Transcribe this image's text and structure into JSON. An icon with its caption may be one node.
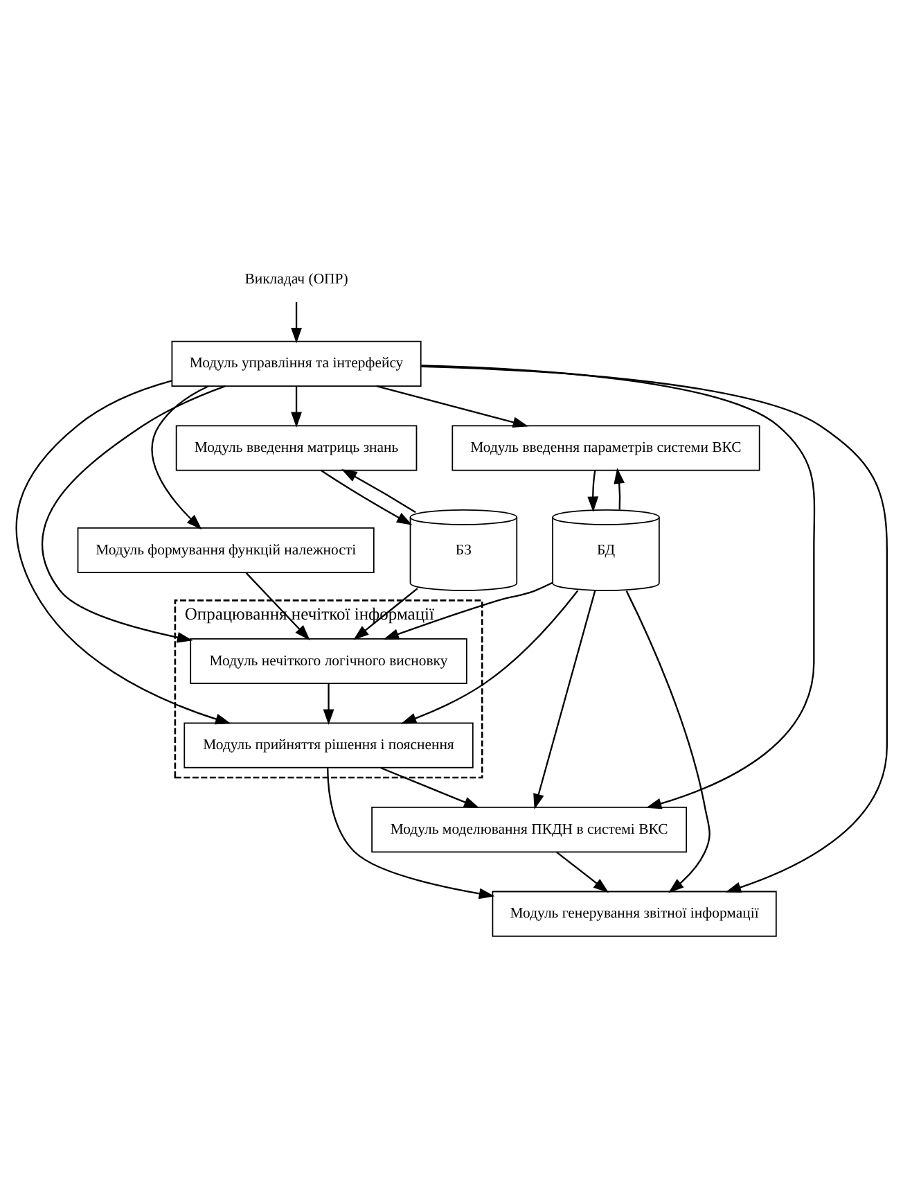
{
  "diagram": {
    "nodes": [
      {
        "text": [
          "Викладач (ОПР)"
        ]
      },
      {
        "text": [
          "Модуль управління та інтерфейсу"
        ]
      },
      {
        "text": [
          "Модуль введення параметрів системи ВКС"
        ]
      },
      {
        "text": [
          "БД"
        ]
      },
      {
        "text": [
          "Модуль формування функцій належності"
        ]
      },
      {
        "text": [
          "Модуль введення матриць знань"
        ]
      },
      {
        "text": [
          "БЗ"
        ]
      },
      {
        "text": [
          "Опрацювання нечіткої інформації"
        ]
      },
      {
        "text": [
          "Модуль нечіткого логічного висновку"
        ],
        "in": 7
      },
      {
        "text": [
          "Модуль прийняття рішення і пояснення"
        ],
        "in": 7
      },
      {
        "text": [
          "Модуль моделювання ПКДН в системі ВКС"
        ]
      },
      {
        "text": [
          "Модуль генерування звітної інформації"
        ]
      }
    ],
    "edges": [
      {
        "from": 0,
        "to": 1,
        "arrow": "to"
      },
      {
        "from": 1,
        "to": 2,
        "arrow": "to"
      },
      {
        "from": 1,
        "to": 4,
        "arrow": "to"
      },
      {
        "from": 1,
        "to": 5,
        "arrow": "to"
      },
      {
        "from": 2,
        "to": 3,
        "arrow": "to"
      },
      {
        "from": 3,
        "to": 2,
        "arrow": "to"
      },
      {
        "from": 5,
        "to": 6,
        "arrow": "to"
      },
      {
        "from": 6,
        "to": 5,
        "arrow": "to"
      },
      {
        "from": 4,
        "to": 8,
        "arrow": "to"
      },
      {
        "from": 6,
        "to": 8,
        "arrow": "to"
      },
      {
        "from": 3,
        "to": 8,
        "arrow": "to"
      },
      {
        "from": 3,
        "to": 9,
        "arrow": "to"
      },
      {
        "from": 3,
        "to": 10,
        "arrow": "to"
      },
      {
        "from": 3,
        "to": 11,
        "arrow": "to"
      },
      {
        "from": 1,
        "to": 8,
        "arrow": "to"
      },
      {
        "from": 1,
        "to": 9,
        "arrow": "to"
      },
      {
        "from": 1,
        "to": 10,
        "arrow": "to"
      },
      {
        "from": 1,
        "to": 11,
        "arrow": "to"
      },
      {
        "from": 8,
        "to": 9,
        "arrow": "to"
      },
      {
        "from": 9,
        "to": 10,
        "arrow": "to"
      },
      {
        "from": 9,
        "to": 11,
        "arrow": "to"
      },
      {
        "from": 10,
        "to": 11,
        "arrow": "to"
      }
    ]
  }
}
